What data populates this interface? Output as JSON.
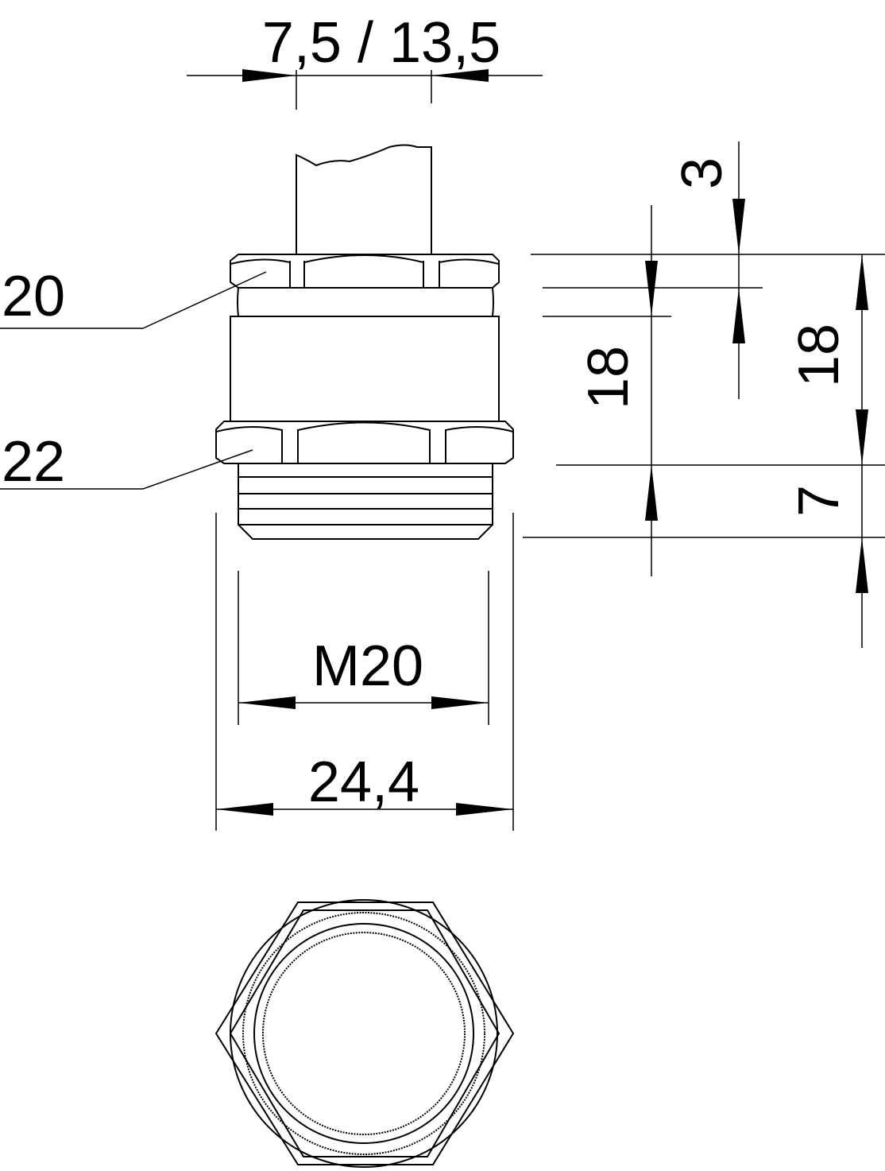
{
  "drawing": {
    "cable_diameter_label": "7,5 / 13,5",
    "part_20_label": "20",
    "part_22_label": "22",
    "dim_3_label": "3",
    "dim_18_inner_label": "18",
    "dim_18_outer_label": "18",
    "dim_7_label": "7",
    "thread_label": "M20",
    "width_label": "24,4"
  }
}
